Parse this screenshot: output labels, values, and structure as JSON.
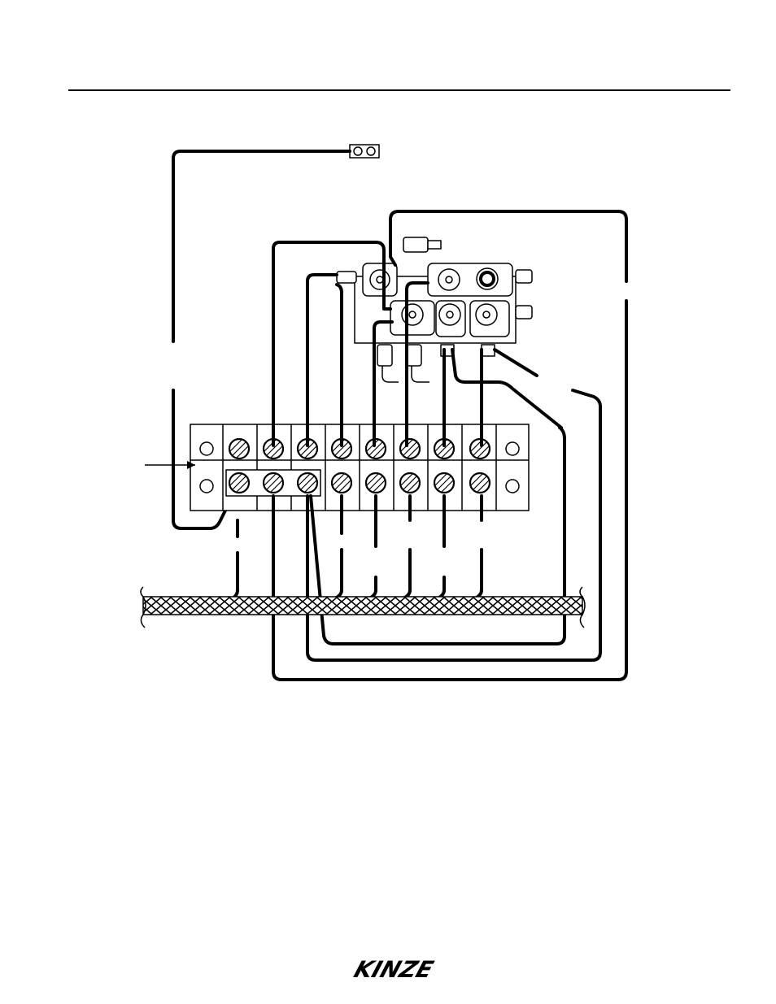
{
  "logo": {
    "icon": "kinze-logo",
    "text": "KINZE",
    "color": "#000000"
  },
  "diagram": {
    "subject": "wiring-diagram",
    "terminal_block": {
      "upper_row_screws": 8,
      "lower_row_screws": 8,
      "mount_holes": 4
    },
    "connector_icon": "two-pin-connector-icon",
    "valve_icon": "hydraulic-valve-block-icon",
    "harness_icon": "braided-harness-icon"
  }
}
